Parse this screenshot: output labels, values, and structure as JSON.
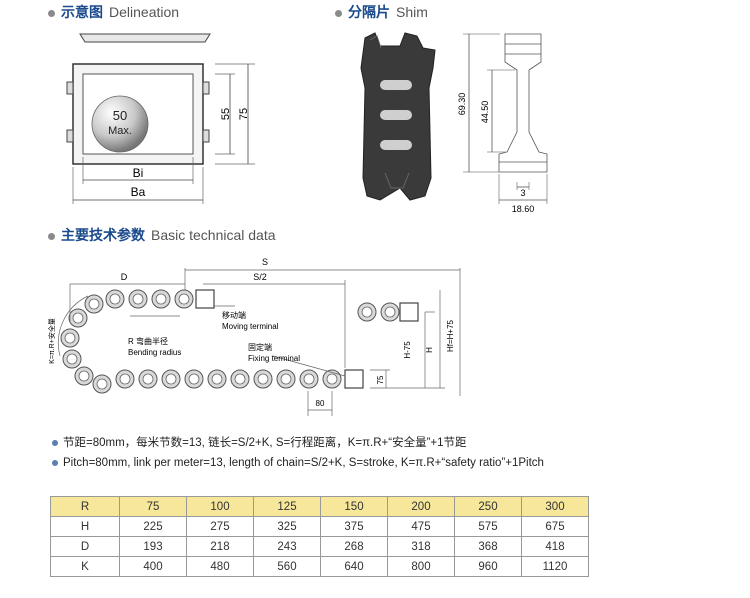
{
  "sections": {
    "delineation": {
      "zh": "示意图",
      "en": "Delineation"
    },
    "shim": {
      "zh": "分隔片",
      "en": "Shim"
    },
    "technical": {
      "zh": "主要技术参数",
      "en": "Basic technical data"
    }
  },
  "delineation_labels": {
    "max_value": "50",
    "max_unit": "Max.",
    "dim_55": "55",
    "dim_75": "75",
    "bi": "Bi",
    "ba": "Ba"
  },
  "shim_labels": {
    "dim_69_30": "69.30",
    "dim_44_50": "44.50",
    "dim_3": "3",
    "dim_18_60": "18.60"
  },
  "diagram_labels": {
    "s": "S",
    "s_half": "S/2",
    "d": "D",
    "k_formula": "K=π.R+安全量",
    "moving_zh": "移动端",
    "moving_en": "Moving terminal",
    "bend_zh": "R 弯曲半径",
    "bend_en": "Bending radius",
    "fixing_zh": "固定端",
    "fixing_en": "Fixing terminal",
    "h": "H",
    "h75": "H-75",
    "hf": "Hf=H+75",
    "dim_75": "75",
    "dim_80": "80"
  },
  "notes": {
    "zh": "节距=80mm，每米节数=13, 链长=S/2+K, S=行程距离，K=π.R+“安全量”+1节距",
    "en": "Pitch=80mm, link per meter=13, length of chain=S/2+K, S=stroke, K=π.R+“safety ratio”+1Pitch"
  },
  "table": {
    "rows": [
      {
        "label": "R",
        "values": [
          "75",
          "100",
          "125",
          "150",
          "200",
          "250",
          "300"
        ]
      },
      {
        "label": "H",
        "values": [
          "225",
          "275",
          "325",
          "375",
          "475",
          "575",
          "675"
        ]
      },
      {
        "label": "D",
        "values": [
          "193",
          "218",
          "243",
          "268",
          "318",
          "368",
          "418"
        ]
      },
      {
        "label": "K",
        "values": [
          "400",
          "480",
          "560",
          "640",
          "800",
          "960",
          "1120"
        ]
      }
    ]
  },
  "colors": {
    "title_blue": "#1a4a8c",
    "header_yellow": "#f6e79a",
    "shim_dark": "#3a3a3a"
  }
}
